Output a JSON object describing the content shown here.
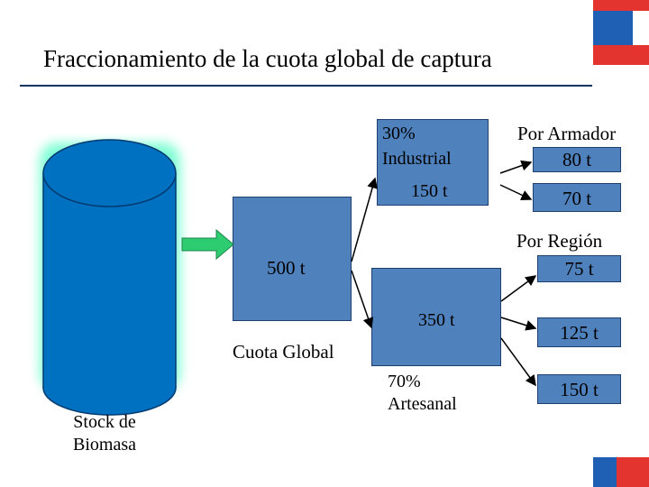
{
  "title": "Fraccionamiento de la cuota global de captura",
  "stock": {
    "label_line1": "Stock de",
    "label_line2": "Biomasa"
  },
  "cuota": {
    "value": "500 t",
    "label": "Cuota Global"
  },
  "industrial": {
    "percent": "30%",
    "name": "Industrial",
    "value": "150 t"
  },
  "artesanal": {
    "percent": "70%",
    "name": "Artesanal",
    "value": "350 t"
  },
  "por_armador": {
    "heading": "Por Armador",
    "values": [
      "80 t",
      "70 t"
    ]
  },
  "por_region": {
    "heading": "Por Región",
    "values": [
      "75 t",
      "125 t",
      "150 t"
    ]
  },
  "colors": {
    "box": "#4f81bd",
    "cylinder": "#0070c0",
    "arrow": "#2ecc71",
    "glow": "#7fffd4",
    "flag_red": "#e3342f",
    "flag_blue": "#1f5fb4"
  }
}
